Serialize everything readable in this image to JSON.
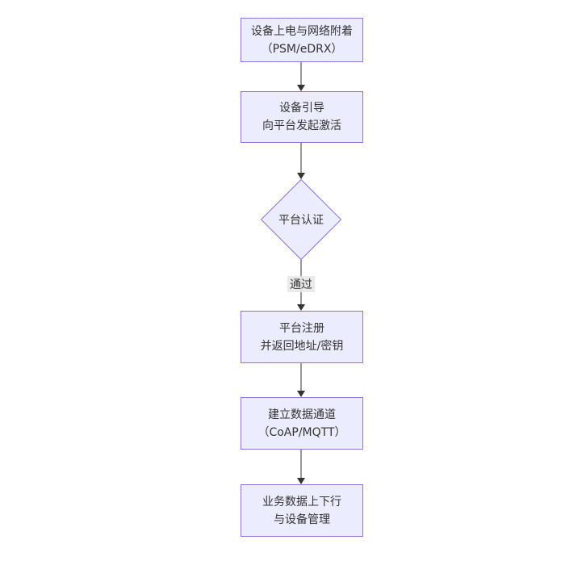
{
  "flowchart": {
    "type": "flowchart-vertical",
    "nodes": [
      {
        "id": "power-attach",
        "shape": "rect",
        "lines": [
          "设备上电与网络附着",
          "（PSM/eDRX）"
        ]
      },
      {
        "id": "bootstrap",
        "shape": "rect",
        "lines": [
          "设备引导",
          "向平台发起激活"
        ]
      },
      {
        "id": "platform-auth",
        "shape": "diamond",
        "lines": [
          "平台认证"
        ]
      },
      {
        "id": "register",
        "shape": "rect",
        "lines": [
          "平台注册",
          "并返回地址/密钥"
        ]
      },
      {
        "id": "data-channel",
        "shape": "rect",
        "lines": [
          "建立数据通道",
          "（CoAP/MQTT）"
        ]
      },
      {
        "id": "business",
        "shape": "rect",
        "lines": [
          "业务数据上下行",
          "与设备管理"
        ]
      }
    ],
    "edge_label": "通过",
    "colors": {
      "node_fill": "#ECECFF",
      "node_border": "#9370DB",
      "line": "#333333",
      "text": "#333333",
      "label_bg": "rgba(232,232,232,0.9)"
    }
  }
}
